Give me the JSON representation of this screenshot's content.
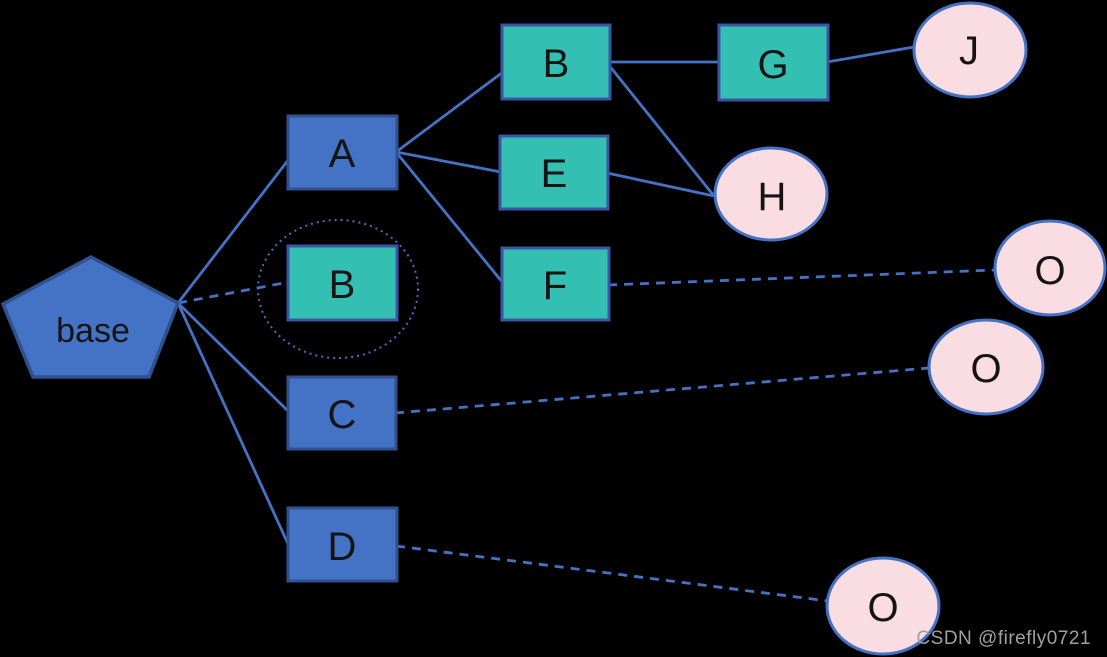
{
  "diagram": {
    "background_color": "#000000",
    "palette": {
      "blue_fill": "#4472C4",
      "blue_stroke": "#2F528F",
      "teal_fill": "#33BFB2",
      "teal_stroke": "#3B55A5",
      "pink_fill": "#FADCE3",
      "pink_stroke": "#4472C4",
      "connector": "#4472C4",
      "label_text": "#141414"
    },
    "nodes": [
      {
        "id": "base",
        "label": "base",
        "shape": "pentagon",
        "color": "blue"
      },
      {
        "id": "A",
        "label": "A",
        "shape": "rectangle",
        "color": "blue"
      },
      {
        "id": "B-top",
        "label": "B",
        "shape": "rectangle",
        "color": "teal"
      },
      {
        "id": "E",
        "label": "E",
        "shape": "rectangle",
        "color": "teal"
      },
      {
        "id": "F",
        "label": "F",
        "shape": "rectangle",
        "color": "teal"
      },
      {
        "id": "G",
        "label": "G",
        "shape": "rectangle",
        "color": "teal"
      },
      {
        "id": "B-circled",
        "label": "B",
        "shape": "rectangle",
        "color": "teal",
        "note": "enclosed by dotted ellipse"
      },
      {
        "id": "C",
        "label": "C",
        "shape": "rectangle",
        "color": "blue"
      },
      {
        "id": "D",
        "label": "D",
        "shape": "rectangle",
        "color": "blue"
      },
      {
        "id": "J",
        "label": "J",
        "shape": "ellipse",
        "color": "pink"
      },
      {
        "id": "H",
        "label": "H",
        "shape": "ellipse",
        "color": "pink"
      },
      {
        "id": "O-top",
        "label": "O",
        "shape": "ellipse",
        "color": "pink"
      },
      {
        "id": "O-middle",
        "label": "O",
        "shape": "ellipse",
        "color": "pink"
      },
      {
        "id": "O-bottom",
        "label": "O",
        "shape": "ellipse",
        "color": "pink"
      }
    ],
    "edges": [
      {
        "from": "base",
        "to": "A",
        "style": "solid"
      },
      {
        "from": "base",
        "to": "B-circled",
        "style": "dashed"
      },
      {
        "from": "base",
        "to": "C",
        "style": "solid"
      },
      {
        "from": "base",
        "to": "D",
        "style": "solid"
      },
      {
        "from": "A",
        "to": "B-top",
        "style": "solid"
      },
      {
        "from": "A",
        "to": "E",
        "style": "solid"
      },
      {
        "from": "A",
        "to": "F",
        "style": "solid"
      },
      {
        "from": "B-top",
        "to": "G",
        "style": "solid"
      },
      {
        "from": "B-top",
        "to": "H",
        "style": "solid"
      },
      {
        "from": "E",
        "to": "H",
        "style": "solid"
      },
      {
        "from": "G",
        "to": "J",
        "style": "solid"
      },
      {
        "from": "F",
        "to": "O-top",
        "style": "dashed"
      },
      {
        "from": "C",
        "to": "O-middle",
        "style": "dashed"
      },
      {
        "from": "D",
        "to": "O-bottom",
        "style": "dashed"
      }
    ]
  },
  "watermark": {
    "text": "CSDN @firefly0721",
    "color": "#A0A0A0"
  }
}
